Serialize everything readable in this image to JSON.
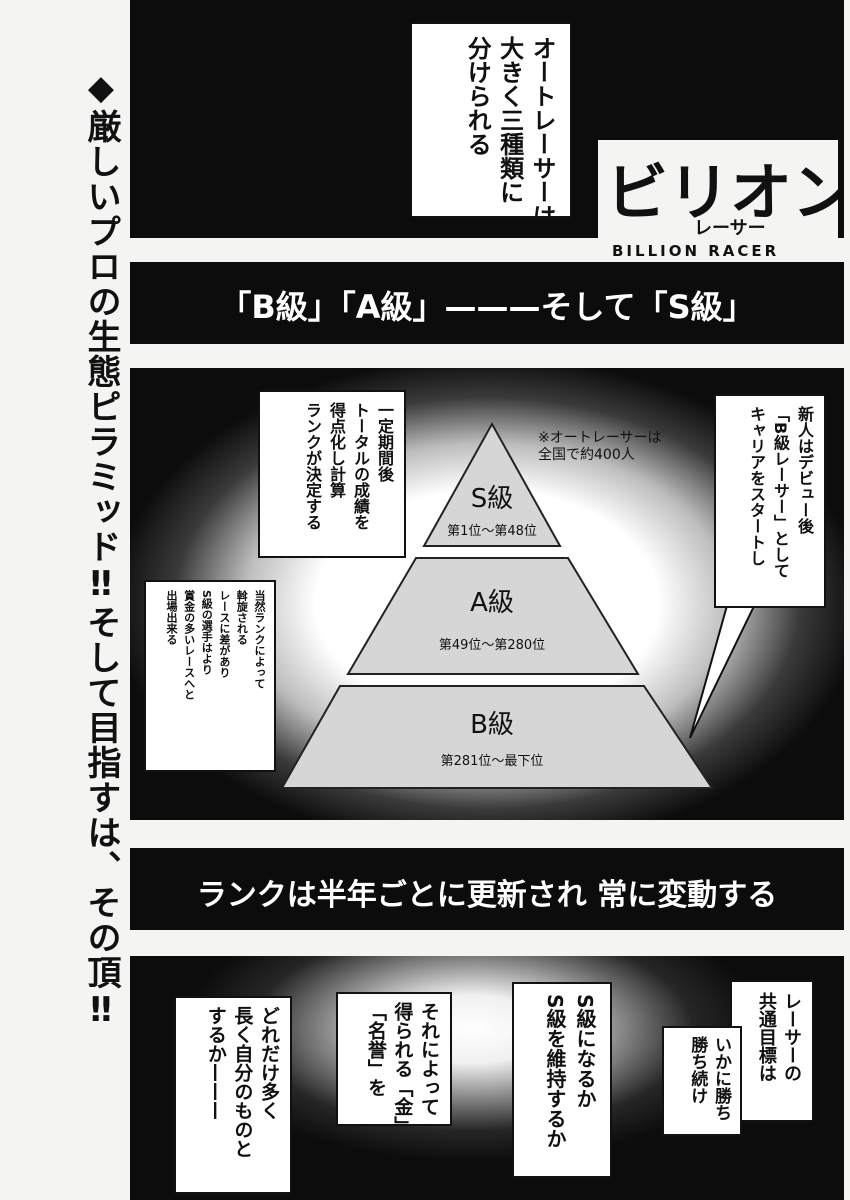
{
  "vertical_heading": "◆厳しいプロの生態ピラミッド‼そして目指すは、その頂‼",
  "logo": {
    "main": "ビリオン",
    "sub_katakana": "レーサー",
    "english": "BILLION RACER"
  },
  "panel1": {
    "bubble_lines": [
      "オートレーサーは",
      "大きく三種類に",
      "分けられる"
    ]
  },
  "panel2": {
    "caption": "「B級」「A級」———そして「S級」"
  },
  "panel3": {
    "note_lines": [
      "※オートレーサーは",
      "全国で約400人"
    ],
    "left_box_lines": [
      "一定期間後",
      "トータルの成績を",
      "得点化し計算",
      "ランクが決定する"
    ],
    "left_small_box_lines": [
      "当然ランクによって",
      "斡旋される",
      "レースに差があり",
      "S級の選手はより",
      "賞金の多いレースへと",
      "出場出来る"
    ],
    "right_bubble_lines": [
      "新人はデビュー後",
      "「B級レーサー」として",
      "キャリアをスタートし"
    ],
    "tiers": [
      {
        "name": "S級",
        "range": "第1位〜第48位"
      },
      {
        "name": "A級",
        "range": "第49位〜第280位"
      },
      {
        "name": "B級",
        "range": "第281位〜最下位"
      }
    ]
  },
  "panel4": {
    "caption": "ランクは半年ごとに更新され 常に変動する"
  },
  "panel5": {
    "box1_lines": [
      "レーサーの",
      "共通目標は"
    ],
    "box2_lines": [
      "いかに勝ち",
      "勝ち続け"
    ],
    "box3_lines": [
      "S級になるか",
      "S級を維持するか"
    ],
    "box4_lines": [
      "それによって",
      "得られる「金」",
      "「名誉」を"
    ],
    "box5_lines": [
      "どれだけ多く",
      "長く自分のものと",
      "するか———"
    ]
  }
}
